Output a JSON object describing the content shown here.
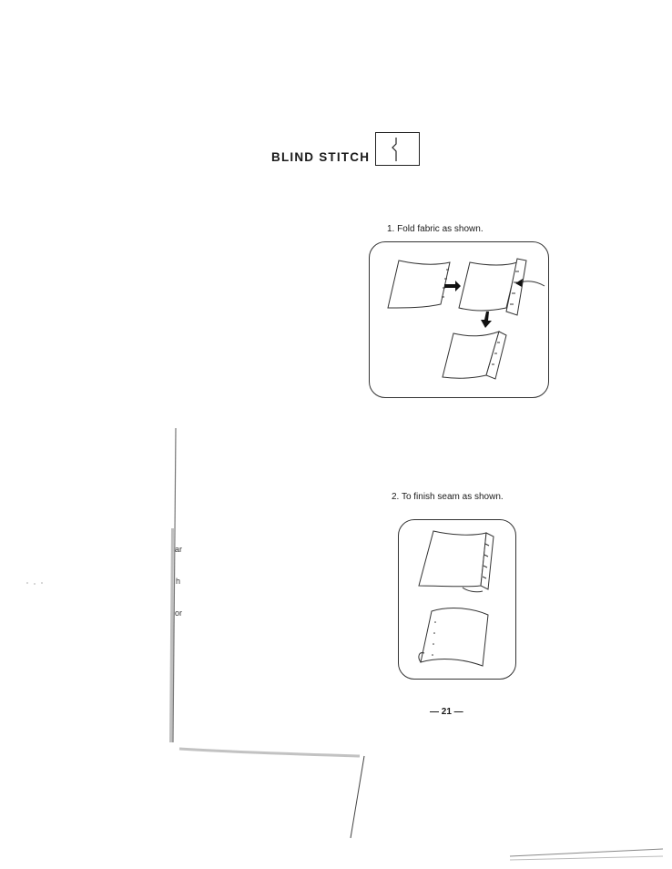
{
  "section": {
    "title": "BLIND STITCH"
  },
  "steps": [
    {
      "label": "1. Fold fabric as shown."
    },
    {
      "label": "2. To finish seam as shown."
    }
  ],
  "page_number": "— 21 —",
  "left_page_fragments": [
    "ar",
    "h",
    "or"
  ],
  "icons": {
    "stitch_pattern": "blind-stitch-pattern-icon",
    "arrow": "arrow-icon"
  }
}
